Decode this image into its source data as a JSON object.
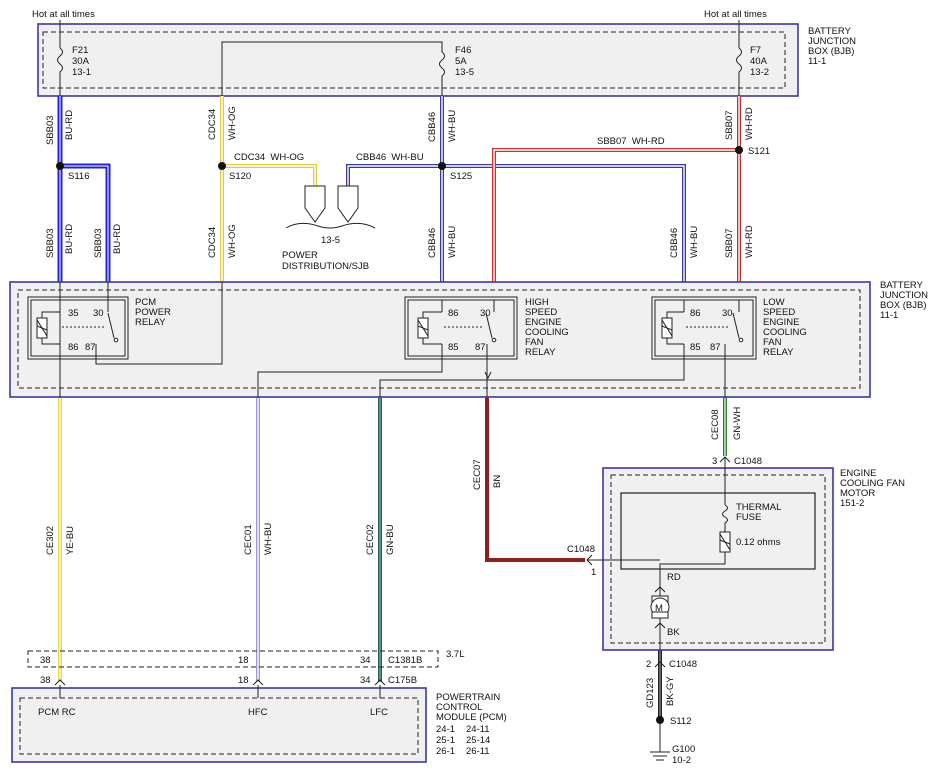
{
  "header": {
    "hot_left": "Hot at all times",
    "hot_right": "Hot at all times"
  },
  "bjb_top": {
    "label1": "BATTERY",
    "label2": "JUNCTION",
    "label3": "BOX (BJB)",
    "label4": "11-1"
  },
  "bjb_mid": {
    "label1": "BATTERY",
    "label2": "JUNCTION",
    "label3": "BOX (BJB)",
    "label4": "11-1"
  },
  "fuses": [
    {
      "id": "F21",
      "rating": "30A",
      "ref": "13-1"
    },
    {
      "id": "F46",
      "rating": "5A",
      "ref": "13-5"
    },
    {
      "id": "F7",
      "rating": "40A",
      "ref": "13-2"
    }
  ],
  "wires": {
    "sbb03": "SBB03",
    "bu_rd": "BU-RD",
    "cdc34": "CDC34",
    "wh_og": "WH-OG",
    "cbb46": "CBB46",
    "wh_bu": "WH-BU",
    "sbb07": "SBB07",
    "wh_rd": "WH-RD",
    "ce302": "CE302",
    "ye_bu": "YE-BU",
    "cec01": "CEC01",
    "cec02": "CEC02",
    "gn_bu": "GN-BU",
    "cec07": "CEC07",
    "bn": "BN",
    "cec08": "CEC08",
    "gn_wh": "GN-WH",
    "gd123": "GD123",
    "bk_gy": "BK-GY",
    "rd": "RD",
    "bk": "BK",
    "cdc34_wh_og": "CDC34  WH-OG",
    "cbb46_wh_bu": "CBB46  WH-BU",
    "sbb07_wh_rd": "SBB07  WH-RD"
  },
  "splices": {
    "s116": "S116",
    "s120": "S120",
    "s125": "S125",
    "s121": "S121",
    "s112": "S112"
  },
  "power_dist": {
    "ref": "13-5",
    "line1": "POWER",
    "line2": "DISTRIBUTION/SJB"
  },
  "relays": {
    "pcm": {
      "l1": "PCM",
      "l2": "POWER",
      "l3": "RELAY",
      "p35": "35",
      "p30": "30",
      "p86": "86",
      "p87": "87"
    },
    "high": {
      "l1": "HIGH",
      "l2": "SPEED",
      "l3": "ENGINE",
      "l4": "COOLING",
      "l5": "FAN",
      "l6": "RELAY",
      "p86": "86",
      "p30": "30",
      "p85": "85",
      "p87": "87"
    },
    "low": {
      "l1": "LOW",
      "l2": "SPEED",
      "l3": "ENGINE",
      "l4": "COOLING",
      "l5": "FAN",
      "l6": "RELAY",
      "p86": "86",
      "p30": "30",
      "p85": "85",
      "p87": "87"
    }
  },
  "motor": {
    "l1": "ENGINE",
    "l2": "COOLING FAN",
    "l3": "MOTOR",
    "l4": "151-2",
    "fuse1": "THERMAL",
    "fuse2": "FUSE",
    "ohms": "0.12 ohms",
    "c1048a": "C1048",
    "pin3": "3",
    "c1048b": "C1048",
    "pin1": "1",
    "c1048c": "C1048",
    "pin2": "2"
  },
  "connectors": {
    "c1381b": "C1381B",
    "eng": "3.7L",
    "c175b": "C175B",
    "p38a": "38",
    "p18a": "18",
    "p34a": "34",
    "p38b": "38",
    "p18b": "18",
    "p34b": "34"
  },
  "pcm": {
    "l1": "POWERTRAIN",
    "l2": "CONTROL",
    "l3": "MODULE (PCM)",
    "r1a": "24-1",
    "r1b": "24-11",
    "r2a": "25-1",
    "r2b": "25-14",
    "r3a": "26-1",
    "r3b": "26-11",
    "pin1": "PCM RC",
    "pin2": "HFC",
    "pin3": "LFC"
  },
  "ground": {
    "id": "G100",
    "ref": "10-2"
  }
}
